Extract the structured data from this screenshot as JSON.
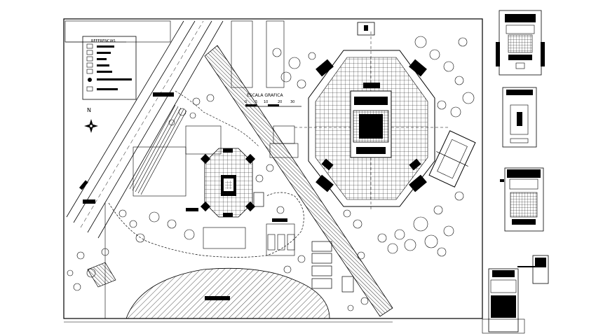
{
  "legend": {
    "title": "REFERENCIAS"
  },
  "scale": {
    "title": "ESCALA GRAFICA",
    "ticks": [
      "0",
      "5",
      "10",
      "20",
      "30"
    ]
  },
  "north": {
    "label": "N"
  },
  "colors": {
    "line": "#000000",
    "background": "#ffffff"
  }
}
